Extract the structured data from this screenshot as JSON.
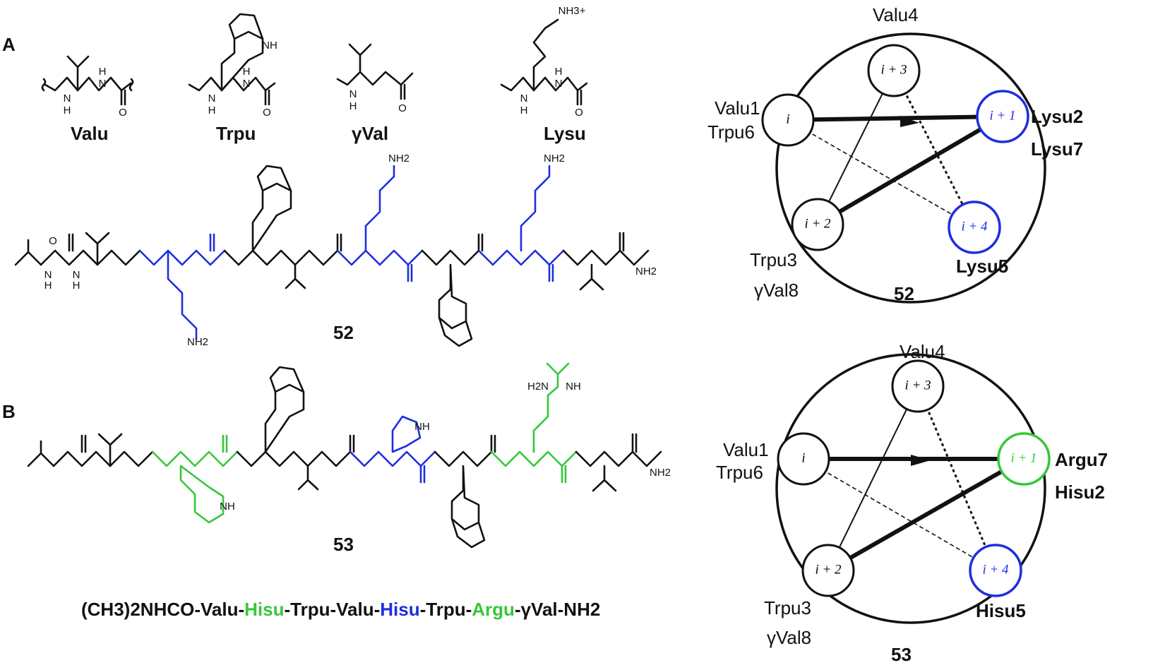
{
  "panels": {
    "a": "A",
    "b": "B"
  },
  "monomers": {
    "val": "Valu",
    "trp": "Trpu",
    "gval": "γVal",
    "lys": "Lysu"
  },
  "compounds": {
    "c52": "52",
    "c53": "53"
  },
  "sequence": {
    "part1": "(CH3)2NHCO-Valu-",
    "his1": "Hisu",
    "part2": "-Trpu-Valu-",
    "his2": "Hisu",
    "part3": "-Trpu-",
    "arg": "Argu",
    "part4": "-γVal-NH2"
  },
  "wheel52": {
    "pos_i": "i",
    "pos_i1": "i + 1",
    "pos_i2": "i + 2",
    "pos_i3": "i + 3",
    "pos_i4": "i + 4",
    "res_top": "Valu4",
    "res_left1": "Valu1",
    "res_left2": "Trpu6",
    "res_right1": "Lysu2",
    "res_right2": "Lysu7",
    "res_bl1": "Trpu3",
    "res_bl2": "γVal8",
    "res_br": "Lysu5",
    "label": "52"
  },
  "wheel53": {
    "pos_i": "i",
    "pos_i1": "i + 1",
    "pos_i2": "i + 2",
    "pos_i3": "i + 3",
    "pos_i4": "i + 4",
    "res_top": "Valu4",
    "res_left1": "Valu1",
    "res_left2": "Trpu6",
    "res_right1": "Argu7",
    "res_right2": "Hisu2",
    "res_bl1": "Trpu3",
    "res_bl2": "γVal8",
    "res_br": "Hisu5",
    "label": "53"
  },
  "colors": {
    "black": "#111111",
    "blue": "#1e2ee0",
    "green": "#36c73a"
  }
}
